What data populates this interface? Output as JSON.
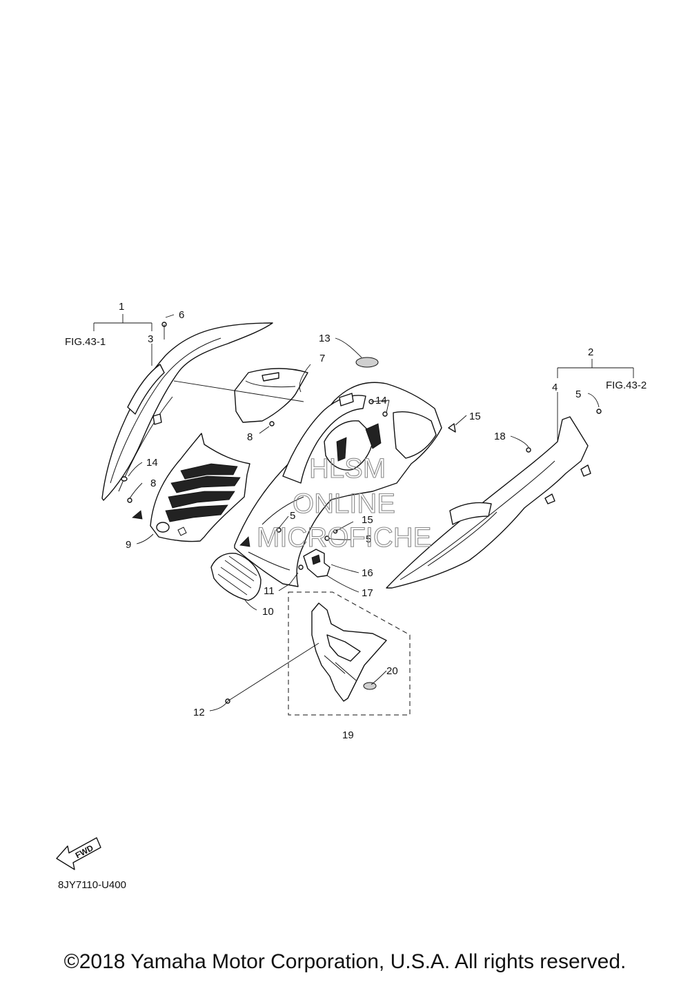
{
  "diagram": {
    "callouts": {
      "c1": "1",
      "c2": "2",
      "c3": "3",
      "c4": "4",
      "c5a": "5",
      "c5b": "5",
      "c5c": "5",
      "c6": "6",
      "c7": "7",
      "c8a": "8",
      "c8b": "8",
      "c9": "9",
      "c10": "10",
      "c11": "11",
      "c12": "12",
      "c13": "13",
      "c14a": "14",
      "c14b": "14",
      "c15a": "15",
      "c15b": "15",
      "c16": "16",
      "c17": "17",
      "c18": "18",
      "c19": "19",
      "c20": "20"
    },
    "figure_refs": {
      "left": "FIG.43-1",
      "right": "FIG.43-2"
    },
    "diagram_code": "8JY7110-U400",
    "fwd_label": "FWD",
    "watermark": {
      "line1": "HLSM",
      "line2": "ONLINE",
      "line3": "MICROFICHE"
    }
  },
  "footer": {
    "copyright": "©2018 Yamaha Motor Corporation, U.S.A. All rights reserved."
  }
}
